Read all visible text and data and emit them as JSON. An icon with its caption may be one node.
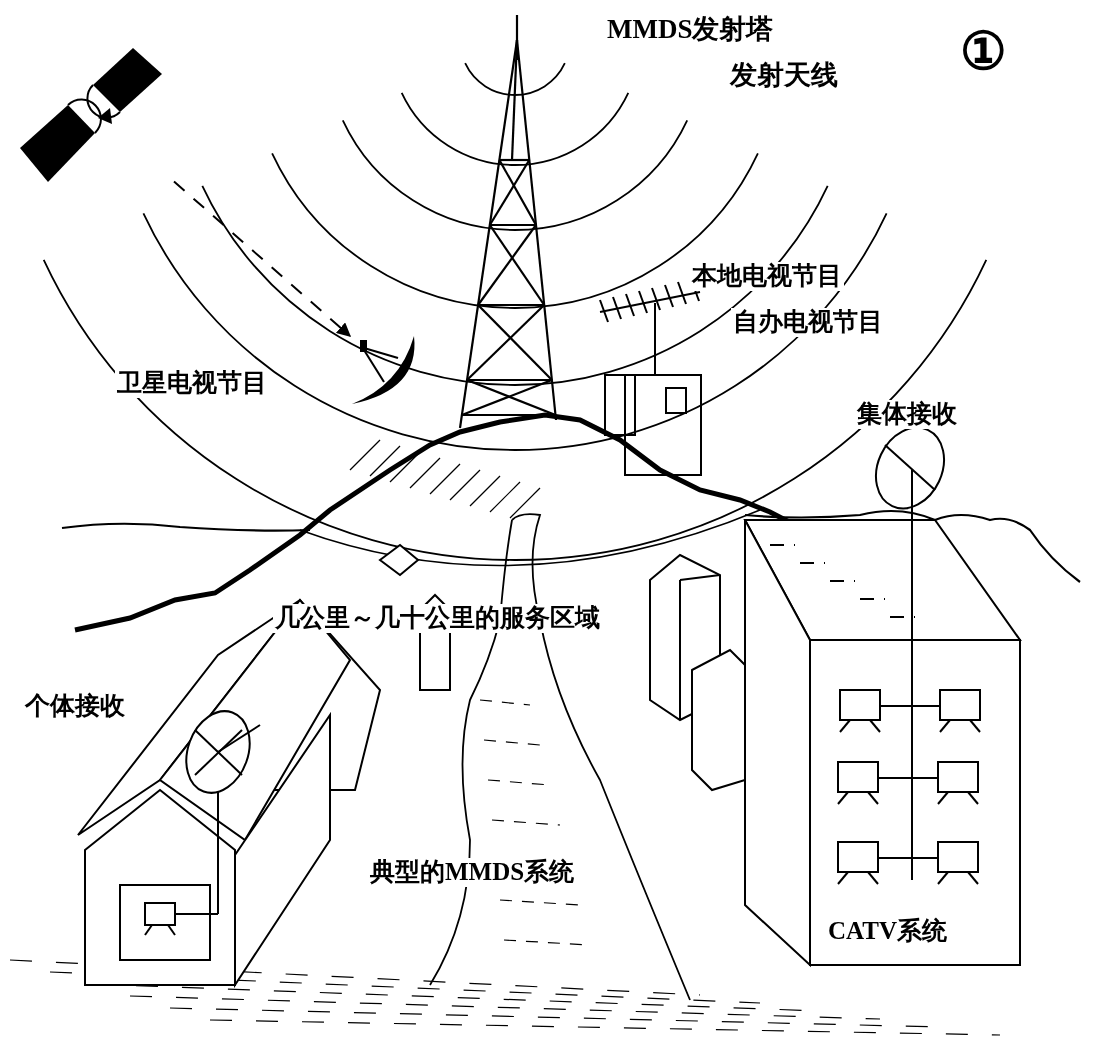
{
  "diagram": {
    "nodes": [
      {
        "text": [],
        "shape": "picture"
      },
      {
        "text": [],
        "shape": "picture"
      }
    ],
    "edges": [
      {
        "from": 0,
        "to": 1,
        "arrow": "to",
        "style": "dashed"
      }
    ],
    "labels": [
      "MMDS发射塔",
      "发射天线",
      "①",
      "本地电视节目",
      "自办电视节目",
      "卫星电视节目",
      "集体接收",
      "几公里～几十公里的服务区域",
      "个体接收",
      "典型的MMDS系统",
      "CATV系统"
    ]
  }
}
